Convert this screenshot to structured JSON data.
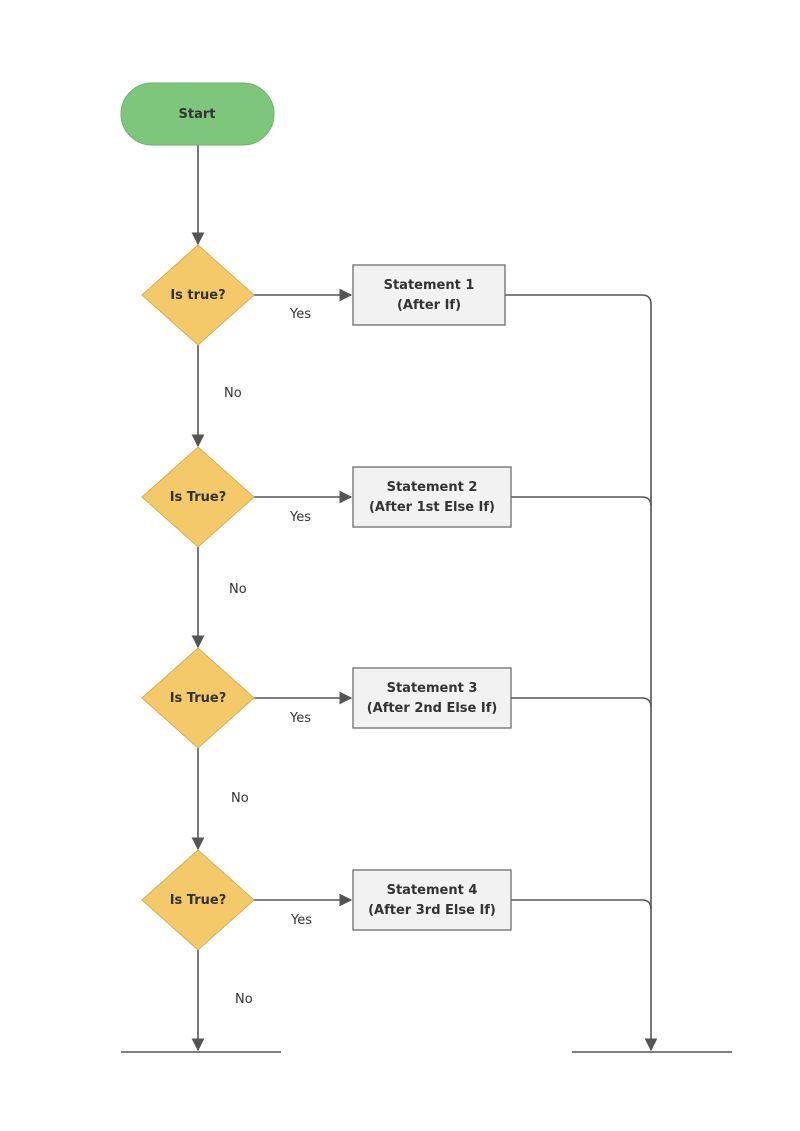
{
  "colors": {
    "start_fill": "#7dc67c",
    "start_stroke": "#6ab36a",
    "decision_fill": "#f4c96a",
    "decision_stroke": "#d8ad4e",
    "process_fill": "#f2f2f2",
    "process_stroke": "#777777",
    "line": "#555555"
  },
  "start": {
    "label": "Start"
  },
  "decisions": [
    {
      "label": "Is true?",
      "yes_label": "Yes",
      "no_label": "No"
    },
    {
      "label": "Is True?",
      "yes_label": "Yes",
      "no_label": "No"
    },
    {
      "label": "Is True?",
      "yes_label": "Yes",
      "no_label": "No"
    },
    {
      "label": "Is True?",
      "yes_label": "Yes",
      "no_label": "No"
    }
  ],
  "statements": [
    {
      "line1": "Statement 1",
      "line2": "(After If)"
    },
    {
      "line1": "Statement 2",
      "line2": "(After 1st Else If)"
    },
    {
      "line1": "Statement 3",
      "line2": "(After 2nd Else If)"
    },
    {
      "line1": "Statement 4",
      "line2": "(After 3rd Else If)"
    }
  ]
}
